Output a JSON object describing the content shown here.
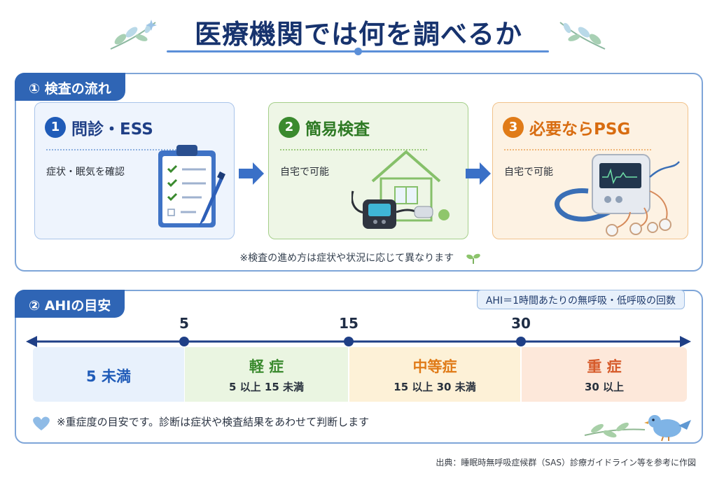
{
  "title": "医療機関では何を調べるか",
  "section1": {
    "tab": "① 検査の流れ",
    "steps": [
      {
        "num": "1",
        "title": "問診・ESS",
        "text": "症状・眠気を確認",
        "color": "#1f5bb8",
        "icon": "clipboard-checklist-icon"
      },
      {
        "num": "2",
        "title": "簡易検査",
        "text": "自宅で可能",
        "color": "#3a8a2e",
        "icon": "home-pulse-oximeter-icon"
      },
      {
        "num": "3",
        "title": "必要ならPSG",
        "text": "自宅で可能",
        "color": "#e07b18",
        "icon": "psg-monitor-device-icon"
      }
    ],
    "note": "※検査の進め方は症状や状況に応じて異なります"
  },
  "section2": {
    "tab": "② AHIの目安",
    "definition": "AHI＝1時間あたりの無呼吸・低呼吸の回数",
    "ticks": [
      "5",
      "15",
      "30"
    ],
    "bands": [
      {
        "name": "5 未満",
        "range": "",
        "color": "#1f5bb8",
        "bg": "#e8f1fc"
      },
      {
        "name": "軽 症",
        "range": "5 以上 15 未満",
        "color": "#3a8a2e",
        "bg": "#eaf5e1"
      },
      {
        "name": "中等症",
        "range": "15 以上 30 未満",
        "color": "#e07b18",
        "bg": "#fdf1d7"
      },
      {
        "name": "重 症",
        "range": "30 以上",
        "color": "#d65a2a",
        "bg": "#fde8da"
      }
    ],
    "note": "※重症度の目安です。診断は症状や検査結果をあわせて判断します"
  },
  "source": "出典：睡眠時無呼吸症候群（SAS）診療ガイドライン等を参考に作図",
  "colors": {
    "accent": "#2f65b5",
    "title": "#17336e"
  }
}
